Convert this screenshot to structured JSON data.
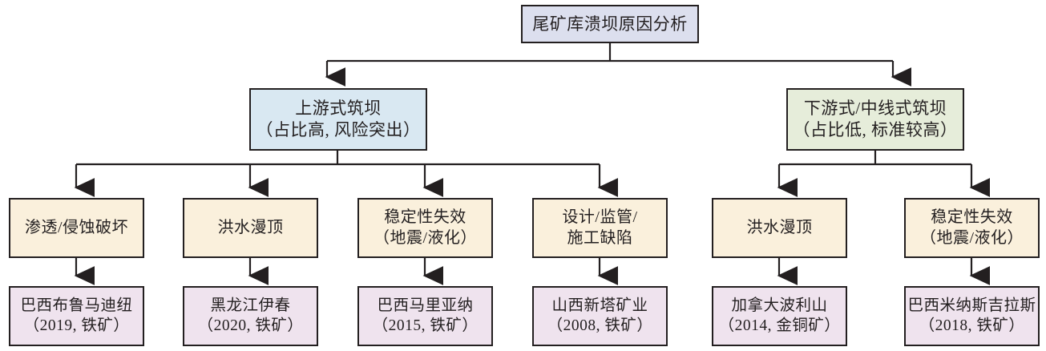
{
  "diagram": {
    "title": "尾矿库溃坝原因分析",
    "colors": {
      "root_fill": "#dcdfee",
      "upstream_fill": "#d9e8f2",
      "downstream_fill": "#e6edda",
      "cause_fill": "#faf0dc",
      "case_fill": "#efe3ee",
      "border": "#231f20",
      "background": "#ffffff"
    },
    "root": {
      "label": "尾矿库溃坝原因分析"
    },
    "branches": [
      {
        "id": "upstream",
        "line1": "上游式筑坝",
        "line2": "（占比高, 风险突出）"
      },
      {
        "id": "downstream",
        "line1": "下游式/中线式筑坝",
        "line2": "（占比低, 标准较高）"
      }
    ],
    "columns": [
      {
        "branch": "upstream",
        "cause_line1": "渗透/侵蚀破坏",
        "cause_line2": "",
        "case_line1": "巴西布鲁马迪纽",
        "case_line2": "（2019, 铁矿）"
      },
      {
        "branch": "upstream",
        "cause_line1": "洪水漫顶",
        "cause_line2": "",
        "case_line1": "黑龙江伊春",
        "case_line2": "（2020, 铁矿）"
      },
      {
        "branch": "upstream",
        "cause_line1": "稳定性失效",
        "cause_line2": "（地震/液化）",
        "case_line1": "巴西马里亚纳",
        "case_line2": "（2015, 铁矿）"
      },
      {
        "branch": "upstream",
        "cause_line1": "设计/监管/",
        "cause_line2": "施工缺陷",
        "case_line1": "山西新塔矿业",
        "case_line2": "（2008, 铁矿）"
      },
      {
        "branch": "downstream",
        "cause_line1": "洪水漫顶",
        "cause_line2": "",
        "case_line1": "加拿大波利山",
        "case_line2": "（2014, 金铜矿）"
      },
      {
        "branch": "downstream",
        "cause_line1": "稳定性失效",
        "cause_line2": "（地震/液化）",
        "case_line1": "巴西米纳斯吉拉斯",
        "case_line2": "（2018, 铁矿）"
      }
    ]
  }
}
